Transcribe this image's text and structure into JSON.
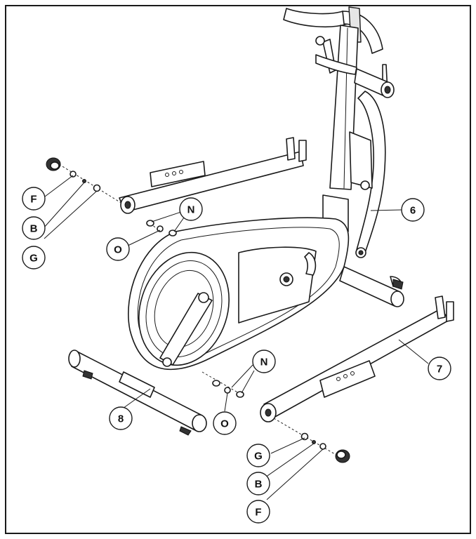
{
  "callouts": [
    {
      "id": "6",
      "label": "6"
    },
    {
      "id": "7",
      "label": "7"
    },
    {
      "id": "8",
      "label": "8"
    },
    {
      "id": "n-upper",
      "label": "N"
    },
    {
      "id": "o-upper",
      "label": "O"
    },
    {
      "id": "f-upper",
      "label": "F"
    },
    {
      "id": "b-upper",
      "label": "B"
    },
    {
      "id": "g-upper",
      "label": "G"
    },
    {
      "id": "n-lower",
      "label": "N"
    },
    {
      "id": "o-lower",
      "label": "O"
    },
    {
      "id": "g-lower",
      "label": "G"
    },
    {
      "id": "b-lower",
      "label": "B"
    },
    {
      "id": "f-lower",
      "label": "F"
    }
  ],
  "colors": {
    "line": "#1a1a1a",
    "background": "#ffffff"
  }
}
